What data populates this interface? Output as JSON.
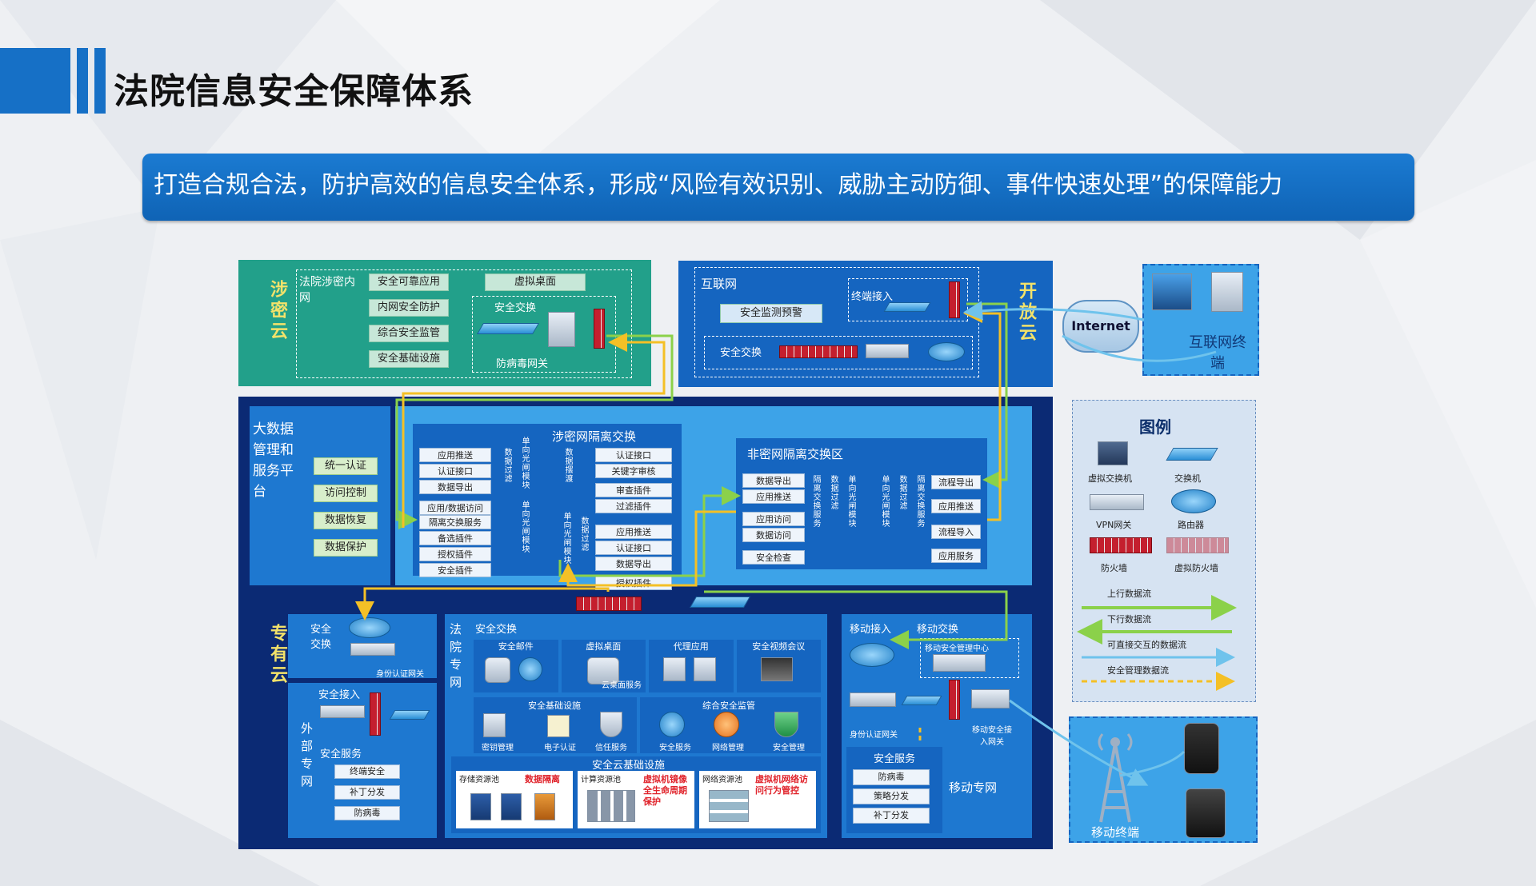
{
  "header": {
    "title": "法院信息安全保障体系",
    "banner": "打造合规合法，防护高效的信息安全体系，形成“风险有效识别、威胁主动防御、事件快速处理”的保障能力"
  },
  "secret_cloud": {
    "side_label": "涉密云",
    "network": "法院涉密内网",
    "items": [
      "安全可靠应用",
      "内网安全防护",
      "综合安全监管",
      "安全基础设施"
    ],
    "virtual_desktop": "虚拟桌面",
    "secure_exchange": "安全交换",
    "antivirus_gateway": "防病毒网关"
  },
  "open_cloud": {
    "side_label": "开放云",
    "internet_net": "互联网",
    "monitor": "安全监测预警",
    "terminal_access": "终端接入",
    "secure_exchange": "安全交换"
  },
  "internet": {
    "cloud": "Internet",
    "terminal": "互联网终端"
  },
  "bigdata": {
    "title": "大数据管理和服务平台",
    "items": [
      "统一认证",
      "访问控制",
      "数据恢复",
      "数据保护"
    ]
  },
  "secret_isolation": {
    "title": "涉密网隔离交换",
    "left": [
      "应用推送",
      "认证接口",
      "数据导出",
      "应用/数据访问",
      "隔离交换服务",
      "备选插件",
      "授权插件",
      "安全插件"
    ],
    "v1": "数据过滤",
    "v2": "单向光闸模块",
    "v3": "单向光闸模块",
    "v4": "数据摆渡",
    "v5": "数据过滤",
    "v6": "单向光闸模块",
    "right": [
      "认证接口",
      "关键字审核",
      "审查插件",
      "过滤插件",
      "应用推送",
      "认证接口",
      "数据导出",
      "授权插件"
    ]
  },
  "nonsecret_isolation": {
    "title": "非密网隔离交换区",
    "left": [
      "数据导出",
      "应用推送",
      "应用访问",
      "数据访问",
      "安全检查"
    ],
    "mid": [
      "隔离交换服务",
      "数据过滤",
      "单向光闸模块",
      "单向光闸模块",
      "数据过滤",
      "隔离交换服务"
    ],
    "right": [
      "流程导出",
      "应用推送",
      "流程导入",
      "应用服务"
    ]
  },
  "private_cloud": {
    "side_label": "专有云",
    "secure_exchange": "安全交换",
    "id_gateway": "身份认证网关",
    "secure_access": "安全接入",
    "ext_net": "外部专网",
    "secure_service": "安全服务",
    "services": [
      "终端安全",
      "补丁分发",
      "防病毒"
    ]
  },
  "court_net": {
    "label": "法院专网",
    "secure_exchange": "安全交换",
    "cats": [
      "安全邮件",
      "虚拟桌面",
      "代理应用",
      "安全视频会议"
    ],
    "group1": "安全基础设施",
    "group1_items": [
      "密钥管理",
      "电子认证",
      "信任服务"
    ],
    "group2": "综合安全监管",
    "group2_items": [
      "安全服务",
      "网络管理",
      "安全管理"
    ],
    "desktop_label": "云桌面服务",
    "infra_title": "安全云基础设施",
    "infra": [
      {
        "sub": "存储资源池",
        "tag": "数据隔离"
      },
      {
        "sub": "计算资源池",
        "tag": "虚拟机镜像全生命周期保护"
      },
      {
        "sub": "网络资源池",
        "tag": "虚拟机网络访问行为管控"
      }
    ]
  },
  "mobile": {
    "mobile_access": "移动接入",
    "mobile_exchange": "移动交换",
    "mobile_mgmt": "移动安全管理中心",
    "id_gateway": "身份认证网关",
    "access_gateway": "移动安全接入网关",
    "secure_service": "安全服务",
    "services": [
      "防病毒",
      "策略分发",
      "补丁分发"
    ],
    "net": "移动专网",
    "terminal": "移动终端"
  },
  "legend": {
    "title": "图例",
    "items": [
      "虚拟交换机",
      "交换机",
      "VPN网关",
      "路由器",
      "防火墙",
      "虚拟防火墙"
    ],
    "flows": [
      "上行数据流",
      "下行数据流",
      "可直接交互的数据流",
      "安全管理数据流"
    ],
    "colors": {
      "up": "#8bd14a",
      "down": "#8bd14a",
      "direct": "#6fc3ec",
      "mgmt": "#f4c026"
    }
  }
}
